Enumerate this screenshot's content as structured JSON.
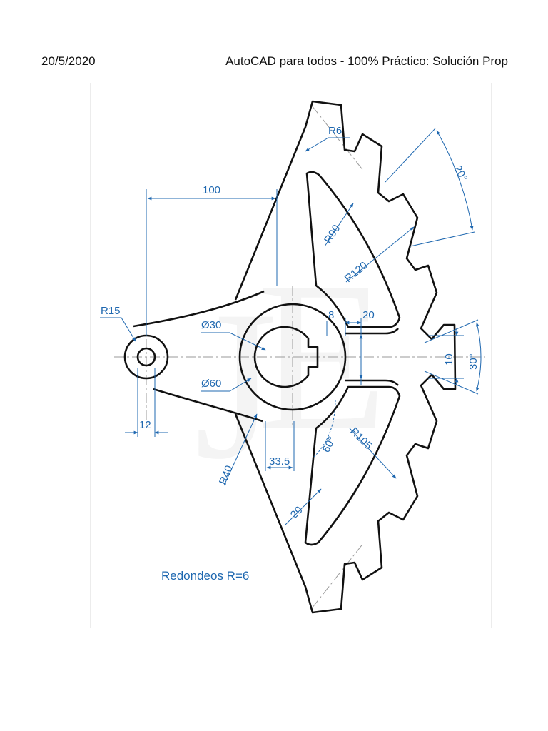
{
  "header": {
    "date": "20/5/2020",
    "title": "AutoCAD para todos - 100% Práctico: Solución Prop"
  },
  "dimensions": {
    "d100": "100",
    "r15": "R15",
    "d30": "Ø30",
    "d60": "Ø60",
    "d12": "12",
    "r40": "R40",
    "d33_5": "33.5",
    "d8": "8",
    "d20_top": "20",
    "d10": "10",
    "a30": "30°",
    "a20": "20°",
    "r6": "R6",
    "r90": "R90",
    "r120": "R120",
    "r105": "R105",
    "a60": "60°",
    "d20_bottom": "20"
  },
  "note": "Redondeos R=6",
  "colors": {
    "dimension": "#1f68b0",
    "outline": "#111111",
    "centerline": "#9a9a9a"
  }
}
